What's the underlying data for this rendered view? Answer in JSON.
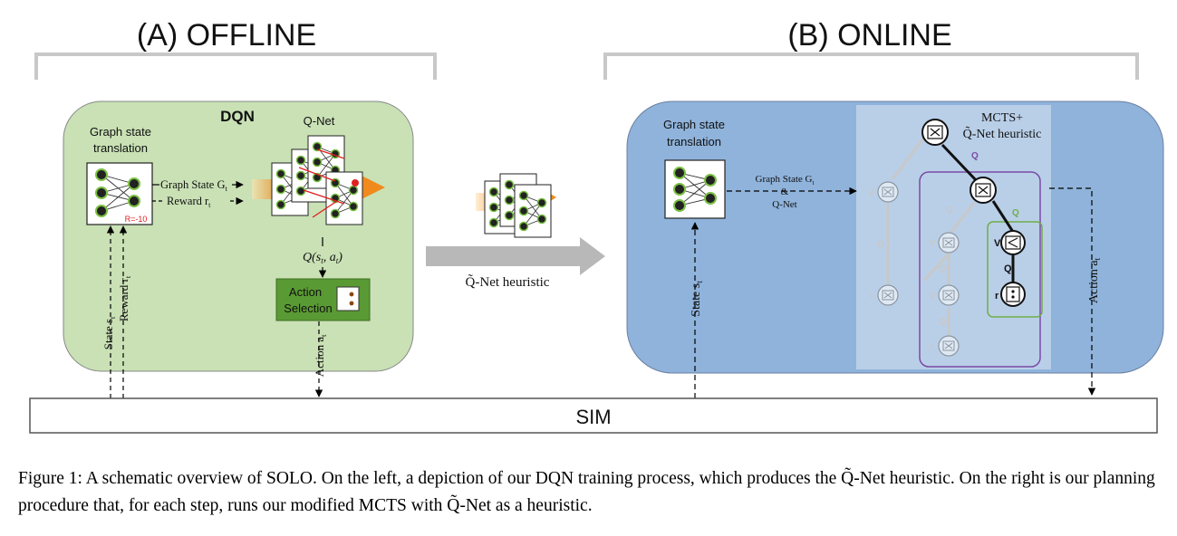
{
  "headings": {
    "offline": "(A) OFFLINE",
    "online": "(B) ONLINE"
  },
  "offline": {
    "box_title": "DQN",
    "graph_state_translation_line1": "Graph state",
    "graph_state_translation_line2": "translation",
    "reward_marker": "R=-10",
    "graph_state_label": "Graph State G",
    "graph_state_sub": "t",
    "reward_label": "Reward r",
    "reward_sub": "t",
    "qnet_label": "Q-Net",
    "q_value_label": "Q(s",
    "q_value_mid": ", a",
    "q_value_end": ")",
    "q_value_sub": "t",
    "action_selection_line1": "Action",
    "action_selection_line2": "Selection",
    "action_selection_sub": "t",
    "state_vertical": "State s",
    "reward_vertical": "Reward r",
    "action_vertical": "Action a",
    "vertical_sub": "t"
  },
  "transfer": {
    "label": "Q̃-Net heuristic"
  },
  "online": {
    "graph_state_translation_line1": "Graph state",
    "graph_state_translation_line2": "translation",
    "graph_state_qnet_line1": "Graph State G",
    "graph_state_qnet_sub": "t",
    "graph_state_qnet_line2": "&",
    "graph_state_qnet_line3": "Q-Net",
    "mcts_line1": "MCTS+",
    "mcts_line2": "Q̃-Net heuristic",
    "state_vertical": "State s",
    "action_vertical": "Action a",
    "vertical_sub": "t",
    "edge_q": "Q",
    "edge_v": "V",
    "edge_r": "r"
  },
  "sim_label": "SIM",
  "caption": "Figure 1: A schematic overview of SOLO. On the left, a depiction of our DQN training process, which produces the Q̃-Net heuristic. On the right is our planning procedure that, for each step, runs our modified MCTS with Q̃-Net as a heuristic.",
  "colors": {
    "offline_fill": "#c9e1b5",
    "online_fill": "#8fb3db",
    "inner_panel": "#b9cfe8",
    "mcts_purple": "#7a4aa6",
    "green_highlight": "#70ad47",
    "action_box": "#5a9a34",
    "arrow_gray": "#b8b8b8",
    "orange": "#f08a1c"
  }
}
